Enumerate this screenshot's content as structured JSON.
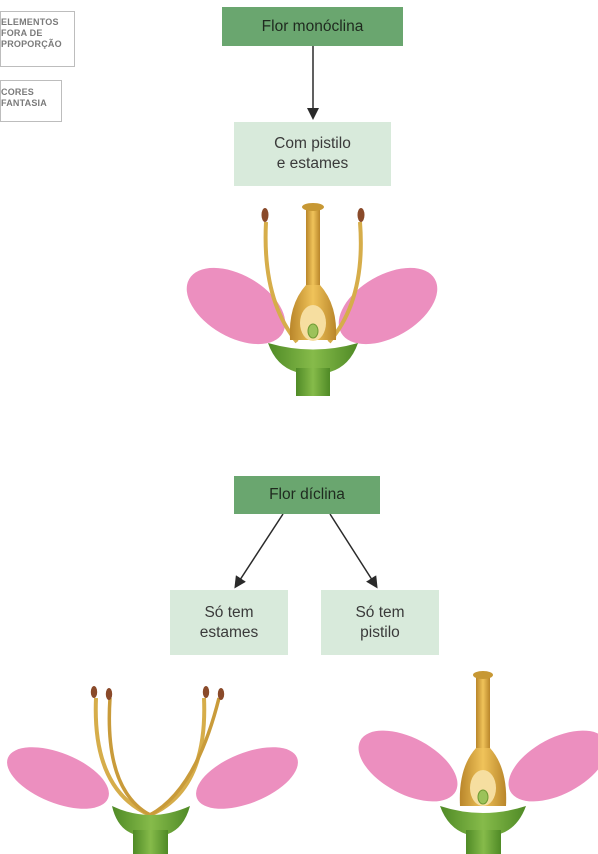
{
  "notices": {
    "proportion_lines": [
      "ELEMENTOS",
      "FORA DE",
      "PROPORÇÃO"
    ],
    "colors_lines": [
      "CORES",
      "FANTASIA"
    ]
  },
  "top_diagram": {
    "root": "Flor monóclina",
    "child": "Com pistilo\ne estames"
  },
  "bottom_diagram": {
    "root": "Flor díclina",
    "left_child": "Só tem\nestames",
    "right_child": "Só tem\npistilo"
  },
  "colors": {
    "dark_box": "#6aa66f",
    "light_box": "#d8eadb",
    "petal": "#ec8fbf",
    "stem": "#6ea33a",
    "pistil": "#d9a93a"
  }
}
